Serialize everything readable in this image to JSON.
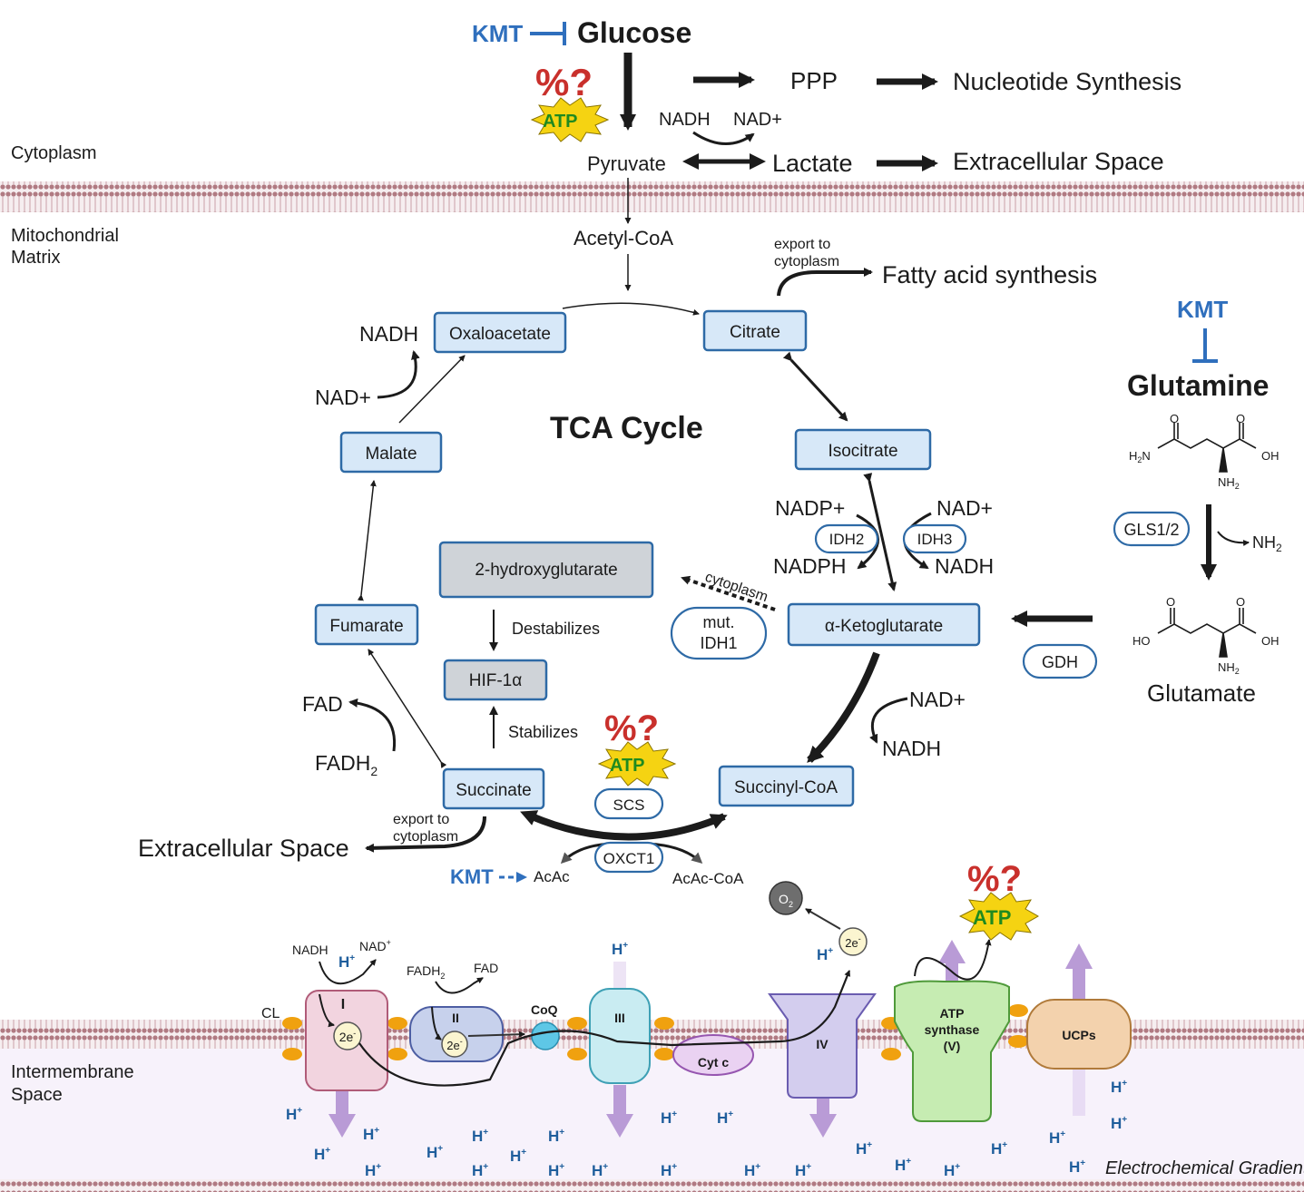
{
  "compartments": {
    "cytoplasm": "Cytoplasm",
    "matrix_line1": "Mitochondrial",
    "matrix_line2": "Matrix",
    "ims_line1": "Intermembrane",
    "ims_line2": "Space"
  },
  "glycolysis": {
    "kmt": "KMT",
    "glucose": "Glucose",
    "percent_q": "%?",
    "atp": "ATP",
    "ppp": "PPP",
    "nucleotide": "Nucleotide Synthesis",
    "nadh": "NADH",
    "nad_plus": "NAD+",
    "pyruvate": "Pyruvate",
    "lactate": "Lactate",
    "extracellular": "Extracellular Space",
    "acetyl_coa": "Acetyl-CoA",
    "export_line1": "export to",
    "export_line2": "cytoplasm",
    "fatty_acid": "Fatty acid synthesis"
  },
  "tca": {
    "title": "TCA Cycle",
    "citrate": "Citrate",
    "isocitrate": "Isocitrate",
    "akg": "α-Ketoglutarate",
    "succinyl_coa": "Succinyl-CoA",
    "succinate": "Succinate",
    "fumarate": "Fumarate",
    "malate": "Malate",
    "oxaloacetate": "Oxaloacetate",
    "hydroxyglutarate": "2-hydroxyglutarate",
    "hif": "HIF-1α",
    "destabilizes": "Destabilizes",
    "stabilizes": "Stabilizes",
    "cytoplasm_dashed": "cytoplasm",
    "mut_line1": "mut.",
    "mut_line2": "IDH1",
    "nadh_oaa": "NADH",
    "nad_mal": "NAD+",
    "nadp_plus": "NADP+",
    "nadph": "NADPH",
    "nad_plus_idh": "NAD+",
    "nadh_idh": "NADH",
    "idh2": "IDH2",
    "idh3": "IDH3",
    "nad_plus_akg": "NAD+",
    "nadh_akg": "NADH",
    "fad": "FAD",
    "fadh2": "FADH",
    "fadh2_sub": "2",
    "percent_q": "%?",
    "atp": "ATP",
    "scs": "SCS",
    "oxct1": "OXCT1",
    "kmt": "KMT",
    "acac": "AcAc",
    "acac_coa": "AcAc-CoA",
    "export_line1": "export to",
    "export_line2": "cytoplasm",
    "extracellular": "Extracellular Space"
  },
  "glutamine": {
    "kmt": "KMT",
    "glutamine": "Glutamine",
    "gls": "GLS1/2",
    "nh2_release": "NH",
    "nh2_release_sub": "2",
    "gdh": "GDH",
    "glutamate": "Glutamate",
    "o_atom": "O",
    "h2n": "H",
    "h2n_sub": "2",
    "h2n_n": "N",
    "oh": "OH",
    "ho": "HO",
    "nh2_amine": "NH",
    "nh2_amine_sub": "2"
  },
  "etc": {
    "cl": "CL",
    "nadh": "NADH",
    "nad": "NAD",
    "nad_sup": "+",
    "hplus": "H",
    "hplus_sup": "+",
    "complex1": "I",
    "complex2": "II",
    "complex3": "III",
    "complex4": "IV",
    "two_e": "2e",
    "two_e_sup": "-",
    "fadh2": "FADH",
    "fadh2_sub": "2",
    "fad": "FAD",
    "coq": "CoQ",
    "cytc": "Cyt c",
    "o2": "O",
    "o2_sub": "2",
    "atp_synthase_line1": "ATP",
    "atp_synthase_line2": "synthase",
    "atp_synthase_line3": "(V)",
    "percent_q": "%?",
    "atp": "ATP",
    "ucps": "UCPs",
    "gradient": "Electrochemical Gradient"
  },
  "colors": {
    "kmt_blue": "#2f6fbd",
    "node_fill": "#d7e8f8",
    "node_stroke": "#2e6aa6",
    "grey_node": "#cfd3d8",
    "percent_red": "#c9302c",
    "atp_star": "#f5d312",
    "atp_text": "#1f8a1f",
    "complex1": "#f2d4df",
    "complex2": "#c7d1ec",
    "complex3": "#c9ecf2",
    "complex4": "#d3cdee",
    "atp_synthase": "#c6ecb2",
    "ucps": "#f3d2ad",
    "cytc": "#ead2f2",
    "membrane": "#b07a82",
    "lipid_head": "#f0a10f",
    "hplus": "#1f5e9c",
    "proton_arrow": "#b99bd6"
  }
}
